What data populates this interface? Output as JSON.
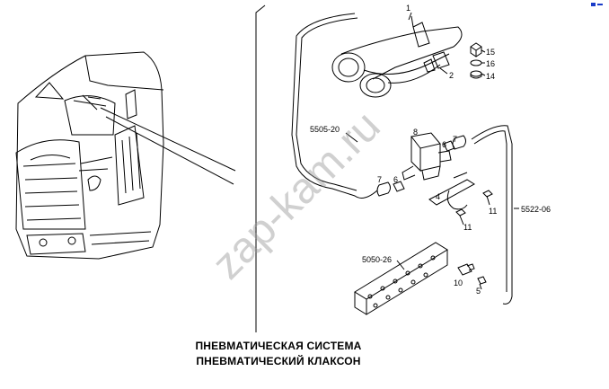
{
  "title_line1": "ПНЕВМАТИЧЕСКАЯ СИСТЕМА",
  "title_line2": "ПНЕВМАТИЧЕСКИЙ КЛАКСОН",
  "watermark": "zap-kam.ru",
  "callouts": {
    "c1": "1",
    "c2": "2",
    "c4": "4",
    "c5": "5",
    "c6": "6",
    "c7a": "7",
    "c7b": "7",
    "c8": "8",
    "c10": "10",
    "c11a": "11",
    "c11b": "11",
    "c14": "14",
    "c15": "15",
    "c16": "16"
  },
  "parts": {
    "p5505": "5505-20",
    "p5522": "5522-06",
    "p5050": "5050-26"
  },
  "accent_color": "#1a3cc8"
}
